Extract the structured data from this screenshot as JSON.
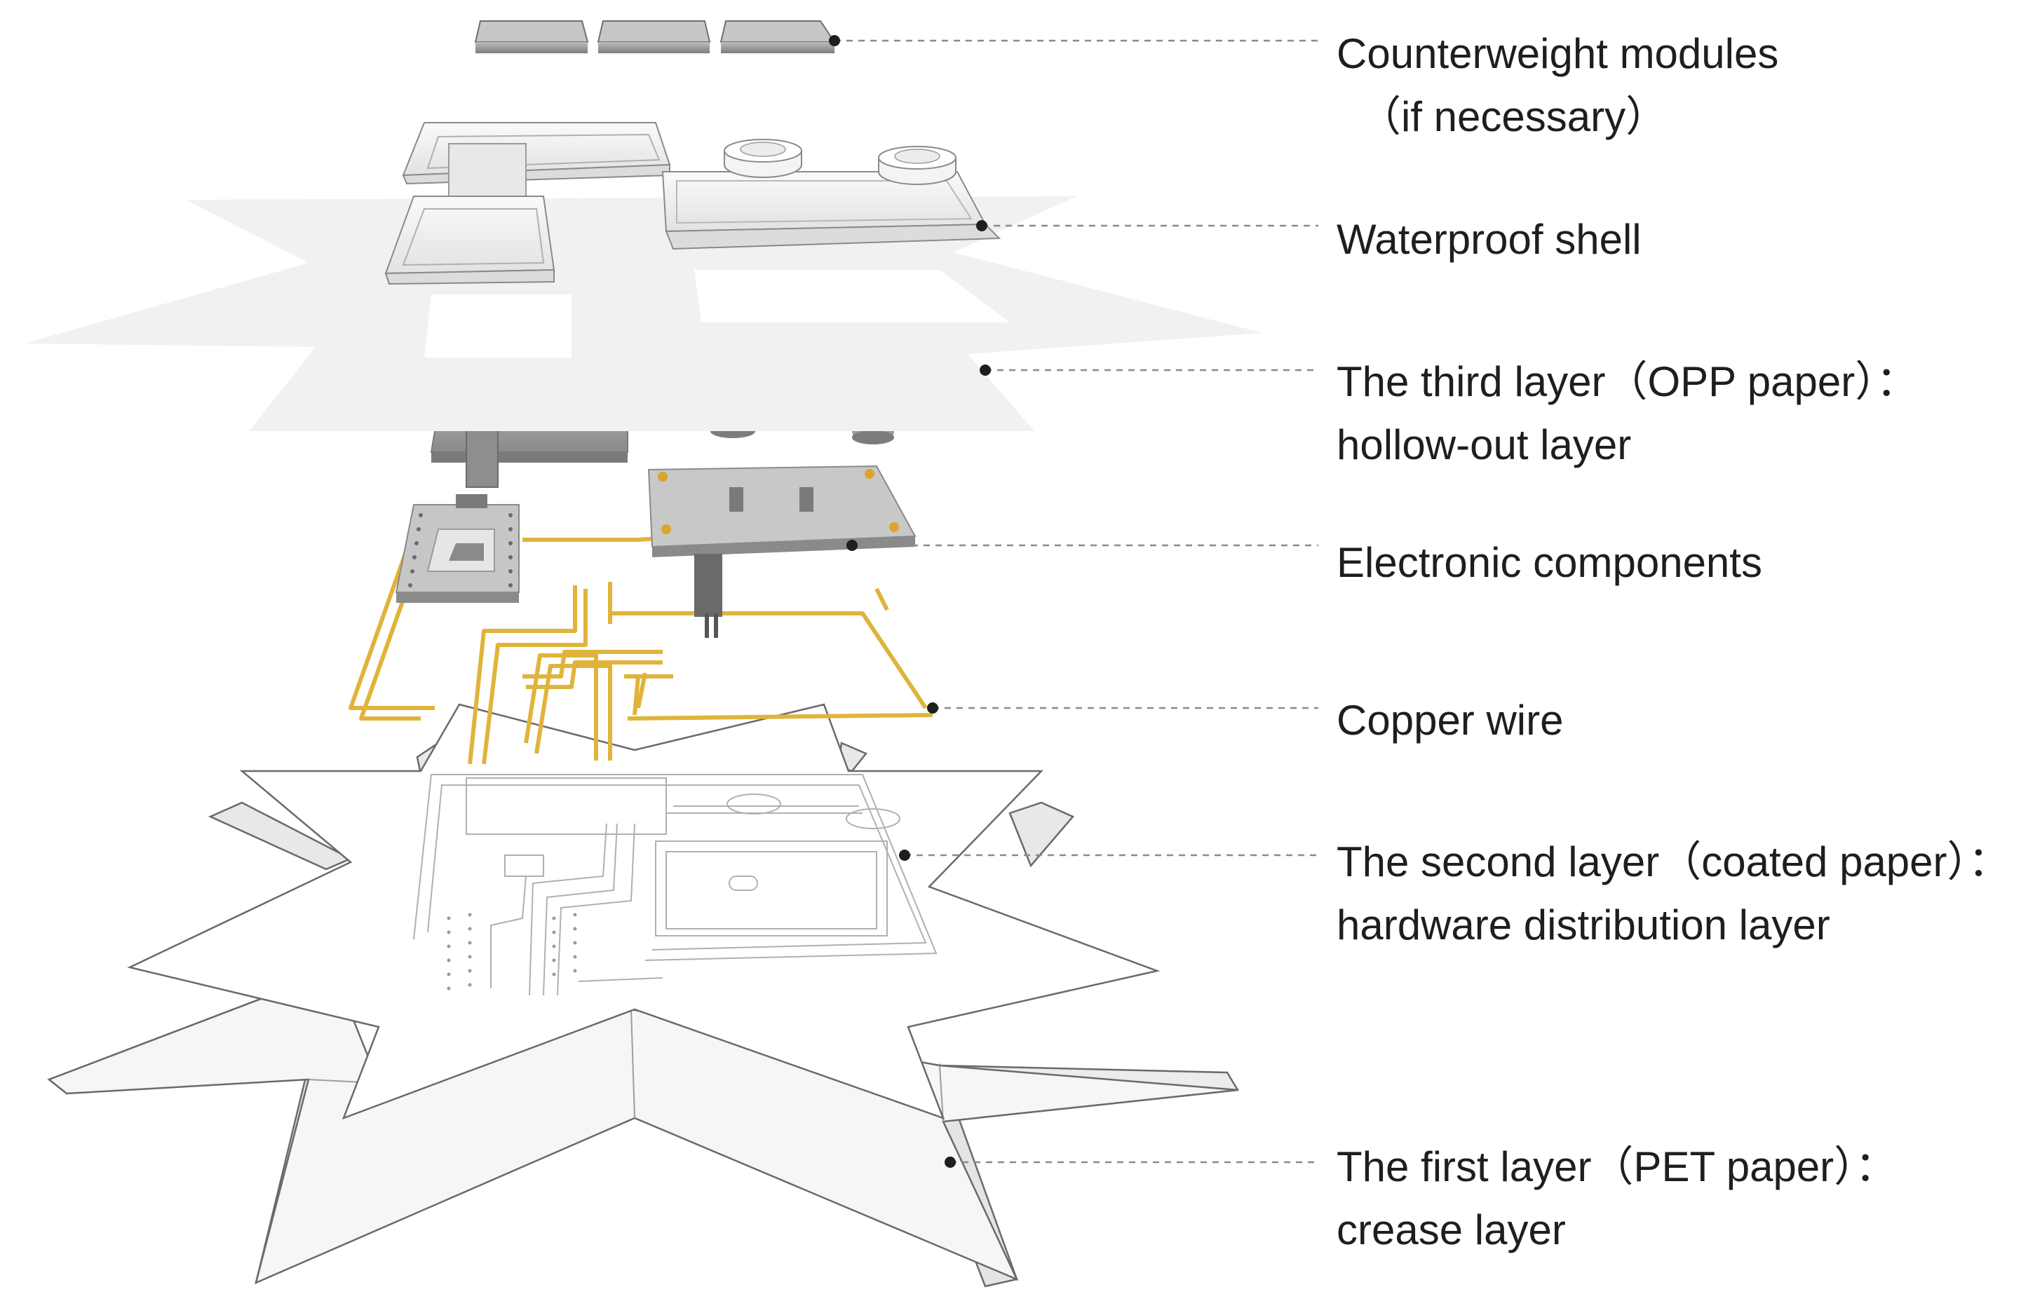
{
  "diagram": {
    "kind": "exploded-layer-diagram",
    "colors": {
      "copper_wire": "#e0b43a",
      "component_grey": "#9a9a9a",
      "board_grey": "#c6c6c6",
      "opp_layer": "#f1f1f1",
      "shell": "#efefef",
      "paper_outline": "#6a6a6a",
      "callout_line": "#8a8a8a",
      "text": "#1e1e1e"
    },
    "labels": [
      {
        "id": "counterweight",
        "lines": [
          "Counterweight modules",
          "（if necessary）"
        ],
        "icon": "counterweight-blocks"
      },
      {
        "id": "shell",
        "lines": [
          "Waterproof shell"
        ],
        "icon": "transparent-shell"
      },
      {
        "id": "third_layer",
        "lines": [
          "The third layer（OPP paper）：",
          "hollow-out layer"
        ],
        "icon": "star-sheet-hollow"
      },
      {
        "id": "electronics",
        "lines": [
          "Electronic components"
        ],
        "icon": "circuit-board"
      },
      {
        "id": "copper",
        "lines": [
          "Copper wire"
        ],
        "icon": "copper-traces"
      },
      {
        "id": "second_layer",
        "lines": [
          "The second layer（coated paper）：",
          "hardware distribution layer"
        ],
        "icon": "star-sheet-printed"
      },
      {
        "id": "first_layer",
        "lines": [
          "The first layer（PET paper）：",
          "crease layer"
        ],
        "icon": "star-sheet-folded"
      }
    ]
  }
}
